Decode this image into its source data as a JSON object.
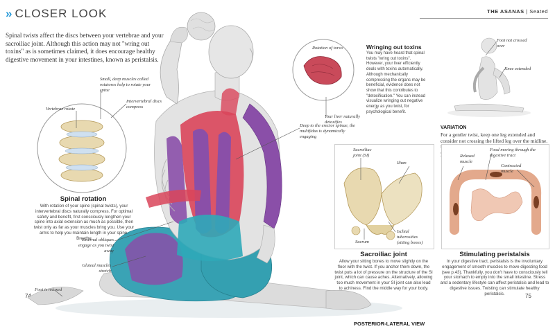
{
  "header": {
    "title": "CLOSER LOOK",
    "section": "THE ASANAS",
    "subsection": "Seated"
  },
  "intro": "Spinal twists affect the discs between your vertebrae and your sacroiliac joint. Although this action may not \"wring out toxins\" as is sometimes claimed, it does encourage healthy digestive movement in your intestines, known as peristalsis.",
  "page_numbers": {
    "left": "74",
    "right": "75"
  },
  "spine_inset": {
    "labels": {
      "vertebrae": "Vertebrae rotate",
      "deep_muscles": "Small, deep muscles called rotatores help to rotate your spine",
      "discs": "Intervertebral discs compress"
    },
    "heading": "Spinal rotation",
    "text": "With rotation of your spine (spinal twists), your intervertebral discs naturally compress. For optimal safety and benefit, first consciously lengthen your spine into axial extension as much as possible, then twist only as far as your muscles bring you. Use your arms to help you maintain length in your spine. Breathe"
  },
  "body_labels": {
    "erector": "Deep to the erector spinae, the multifidus is dynamically engaging",
    "obliques": "External obliques engage as you twist away",
    "glute": "Gluteal muscles stretch",
    "foot": "Foot is relaxed",
    "view": "POSTERIOR-LATERAL VIEW"
  },
  "toxins": {
    "label_torso": "Rotation of torso",
    "label_liver": "Your liver naturally detoxifies",
    "heading": "Wringing out toxins",
    "text": "You may have heard that spinal twists \"wring out toxins\". However, your liver efficiently deals with toxins automatically. Although mechanically compressing the organs may be beneficial, evidence does not show that this contributes to \"detoxification.\" You can instead visualize wringing out negative energy as you twist, for psychological benefit."
  },
  "variation": {
    "label_knee_crossed": "Foot not crossed over",
    "label_knee_ext": "Knee extended",
    "heading": "VARIATION",
    "text": "For a gentler twist, keep one leg extended and consider not crossing the lifted leg over the midline. Use your arm wrapped around the leg to sit as tall as you twist."
  },
  "sacroiliac": {
    "label_joint": "Sacroiliac joint (SI)",
    "label_ilium": "Ilium",
    "label_sacrum": "Sacrum",
    "label_ischial": "Ischial tuberosities (sitting bones)",
    "heading": "Sacroiliac joint",
    "text": "Allow your sitting bones to move slightly on the floor with the twist. If you anchor them down, the twist puts a lot of pressure on the structure of the SI joint, which can cause aches. Alternatively, allowing too much movement in your SI joint can also lead to achiness. Find the middle way for your body."
  },
  "peristalsis": {
    "label_relaxed": "Relaxed muscle",
    "label_food": "Food moving through the digestive tract",
    "label_contracted": "Contracted muscle",
    "heading": "Stimulating peristalsis",
    "text": "In your digestive tract, peristalsis is the involuntary engagement of smooth muscles to move digesting food (see p.43). Thankfully, you don't have to consciously tell your stomach to empty into the small intestine. Stress and a sedentary lifestyle can affect peristalsis and lead to digestive issues. Twisting can stimulate healthy peristalsis."
  },
  "colors": {
    "accent": "#2a9bd8",
    "muscle_red": "#d9455a",
    "muscle_purple": "#8a4fa8",
    "muscle_teal": "#2fa9b8"
  }
}
